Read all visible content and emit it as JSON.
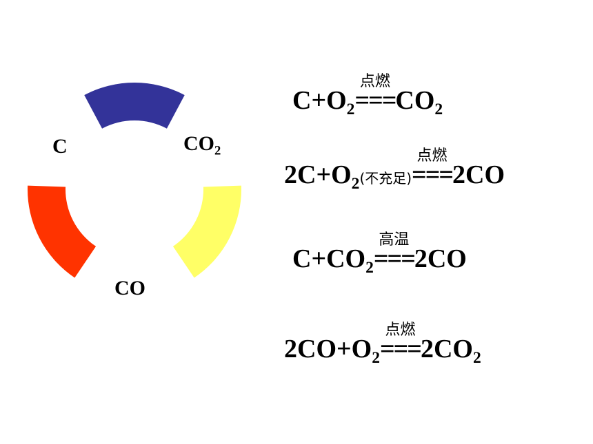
{
  "cycle": {
    "nodes": {
      "c": "C",
      "co2_main": "CO",
      "co2_sub": "2",
      "co": "CO"
    },
    "colors": {
      "top": "#333399",
      "left": "#ff3300",
      "right": "#ffff66"
    }
  },
  "equations": [
    {
      "lhs_a": "C+O",
      "lhs_sub": "2",
      "condition": "点燃",
      "sign": "===",
      "rhs_main": "CO",
      "rhs_sub": "2"
    },
    {
      "lhs_a": "2C+O",
      "lhs_sub": "2",
      "note": "(不充足)",
      "condition": "点燃",
      "sign": "===",
      "rhs_main": "2CO"
    },
    {
      "lhs_a": "C+CO",
      "lhs_sub": "2",
      "condition": "高温",
      "sign": "===",
      "rhs_main": "2CO"
    },
    {
      "lhs_a": "2CO+O",
      "lhs_sub": "2",
      "condition": "点燃",
      "sign": "===",
      "rhs_main": "2CO",
      "rhs_sub": "2"
    }
  ]
}
